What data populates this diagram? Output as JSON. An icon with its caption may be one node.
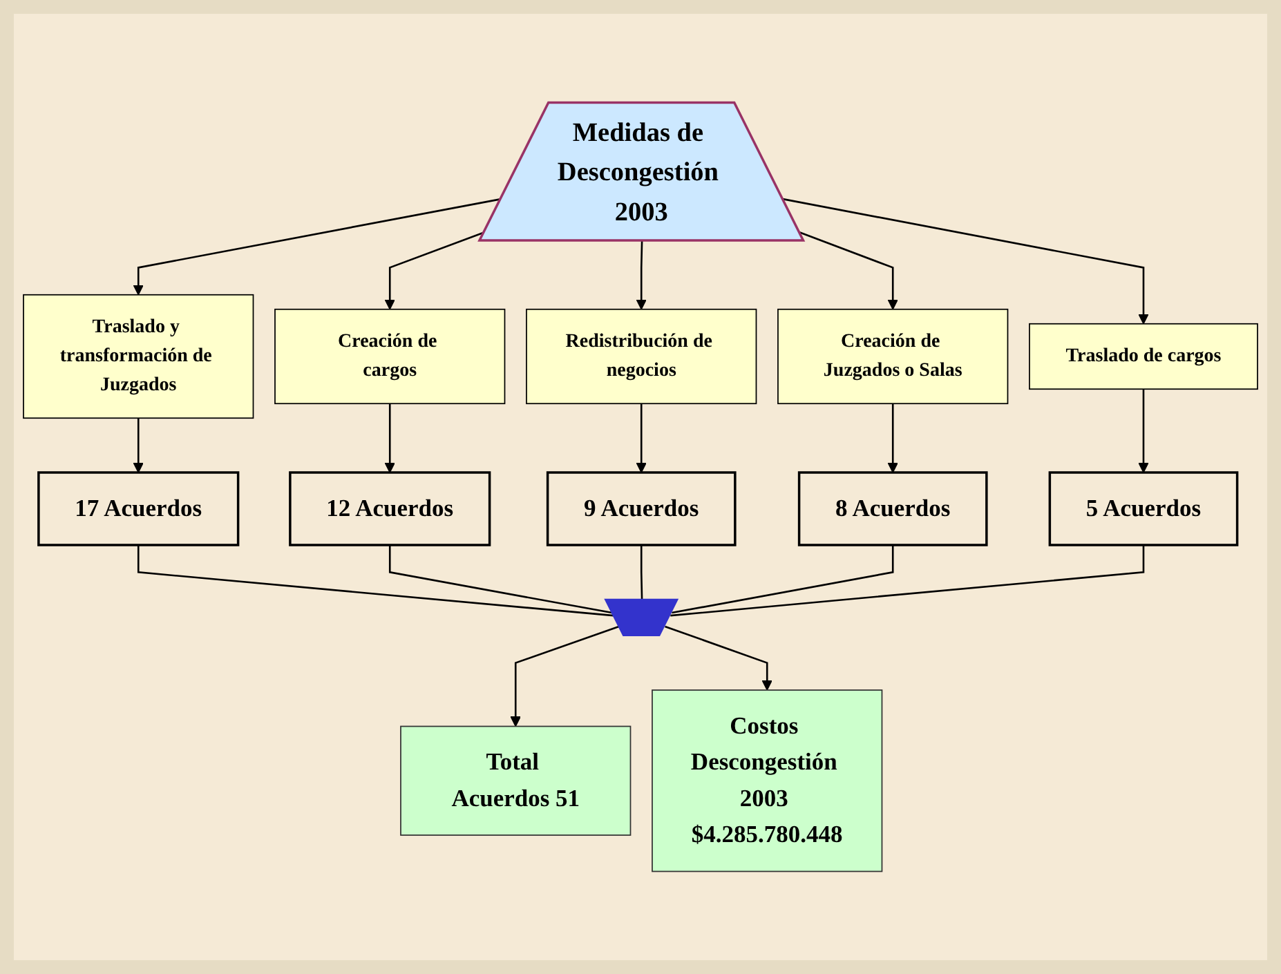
{
  "diagram": {
    "nodes": [
      {
        "text": [
          "Medidas de Descongestión 2003"
        ]
      },
      {
        "text": [
          "Traslado y transformación de Juzgados"
        ]
      },
      {
        "text": [
          "Creación de cargos"
        ]
      },
      {
        "text": [
          "Redistribución de negocios"
        ]
      },
      {
        "text": [
          "Creación de Juzgados o Salas"
        ]
      },
      {
        "text": [
          "Traslado de cargos"
        ]
      },
      {
        "text": [
          "17 Acuerdos"
        ]
      },
      {
        "text": [
          "12 Acuerdos"
        ]
      },
      {
        "text": [
          "9 Acuerdos"
        ]
      },
      {
        "text": [
          "8 Acuerdos"
        ]
      },
      {
        "text": [
          "5 Acuerdos"
        ]
      },
      {
        "text": [],
        "shape": "arrow"
      },
      {
        "text": [
          "Total Acuerdos 51"
        ]
      },
      {
        "text": [
          "Costos Descongestión 2003 $4.285.780.448"
        ]
      }
    ],
    "edges": [
      {
        "from": 0,
        "to": 1,
        "arrow": "to"
      },
      {
        "from": 0,
        "to": 2,
        "arrow": "to"
      },
      {
        "from": 0,
        "to": 3,
        "arrow": "to"
      },
      {
        "from": 0,
        "to": 4,
        "arrow": "to"
      },
      {
        "from": 0,
        "to": 5,
        "arrow": "to"
      },
      {
        "from": 1,
        "to": 6,
        "arrow": "to"
      },
      {
        "from": 2,
        "to": 7,
        "arrow": "to"
      },
      {
        "from": 3,
        "to": 8,
        "arrow": "to"
      },
      {
        "from": 4,
        "to": 9,
        "arrow": "to"
      },
      {
        "from": 5,
        "to": 10,
        "arrow": "to"
      },
      {
        "from": 6,
        "to": 11,
        "arrow": "none"
      },
      {
        "from": 7,
        "to": 11,
        "arrow": "none"
      },
      {
        "from": 8,
        "to": 11,
        "arrow": "none"
      },
      {
        "from": 9,
        "to": 11,
        "arrow": "none"
      },
      {
        "from": 10,
        "to": 11,
        "arrow": "none"
      },
      {
        "from": 11,
        "to": 12,
        "arrow": "to"
      },
      {
        "from": 11,
        "to": 13,
        "arrow": "to"
      }
    ]
  }
}
